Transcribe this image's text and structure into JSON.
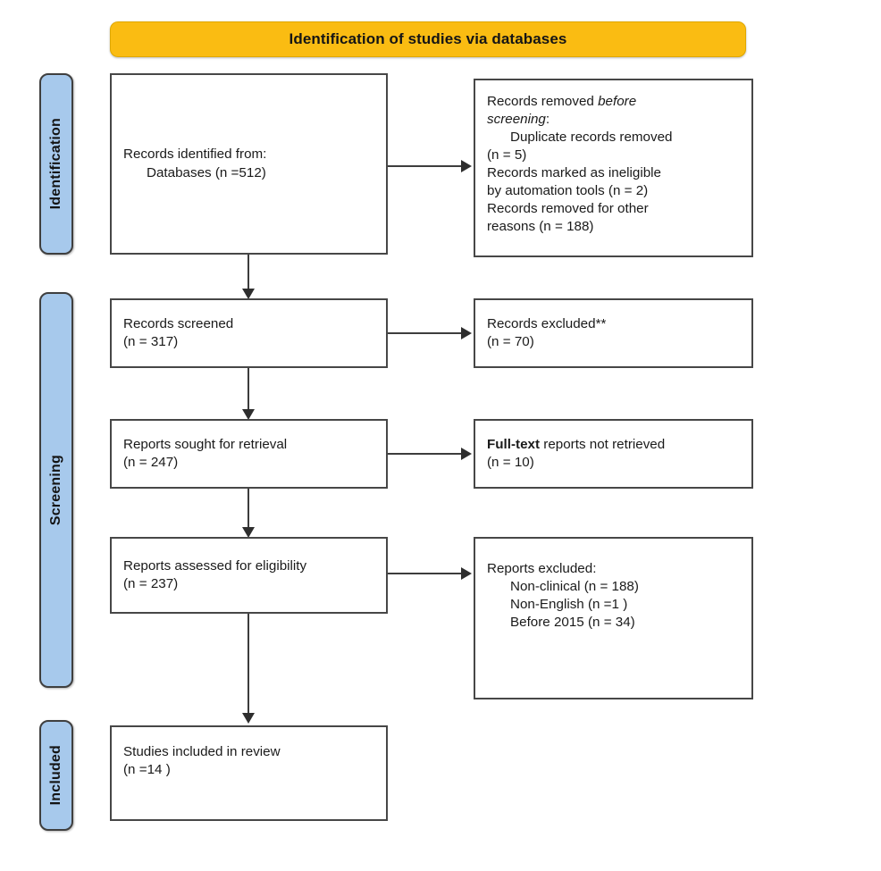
{
  "diagram": {
    "type": "prisma-flow-diagram",
    "title": "Identification of studies via databases"
  },
  "header": {
    "label": "Identification of studies via databases",
    "color": "#FABC12"
  },
  "phases": [
    {
      "key": "identification",
      "label": "Identification",
      "color": "#A7C9EC"
    },
    {
      "key": "screening",
      "label": "Screening",
      "color": "#A7C9EC"
    },
    {
      "key": "included",
      "label": "Included",
      "color": "#A7C9EC"
    }
  ],
  "boxes": {
    "identified": {
      "line1": "Records identified from:",
      "line2": "Databases (n =512)"
    },
    "removed_before_screening": {
      "line1_pre": "Records removed ",
      "line1_em": "before",
      "line2_em": "screening",
      "line2_post": ":",
      "line3": "Duplicate records removed",
      "line4": "(n = 5)",
      "line5": "Records marked as ineligible",
      "line6": "by automation tools (n = 2)",
      "line7": "Records removed for other",
      "line8": "reasons (n = 188)"
    },
    "records_screened": {
      "line1": "Records screened",
      "line2": "(n = 317)"
    },
    "records_excluded": {
      "line1": "Records excluded**",
      "line2": "(n = 70)"
    },
    "reports_sought": {
      "line1": "Reports sought for retrieval",
      "line2": "(n = 247)"
    },
    "reports_not_retrieved": {
      "line1_bold": "Full-text",
      "line1_rest": " reports not retrieved",
      "line2": "(n = 10)"
    },
    "reports_assessed": {
      "line1": "Reports assessed for eligibility",
      "line2": "(n = 237)"
    },
    "reports_excluded": {
      "line1": "Reports excluded:",
      "line2": "Non-clinical (n = 188)",
      "line3": "Non-English (n =1 )",
      "line4": "Before 2015 (n = 34)"
    },
    "studies_included": {
      "line1": "Studies included in review",
      "line2": "(n =14 )"
    }
  },
  "counts": {
    "databases_identified": 512,
    "duplicates_removed": 5,
    "marked_ineligible_automation": 2,
    "removed_other_reasons": 188,
    "records_screened": 317,
    "records_excluded": 70,
    "reports_sought": 247,
    "reports_not_retrieved": 10,
    "reports_assessed": 237,
    "excluded_non_clinical": 188,
    "excluded_non_english": 1,
    "excluded_before_2015": 34,
    "studies_included": 14
  }
}
